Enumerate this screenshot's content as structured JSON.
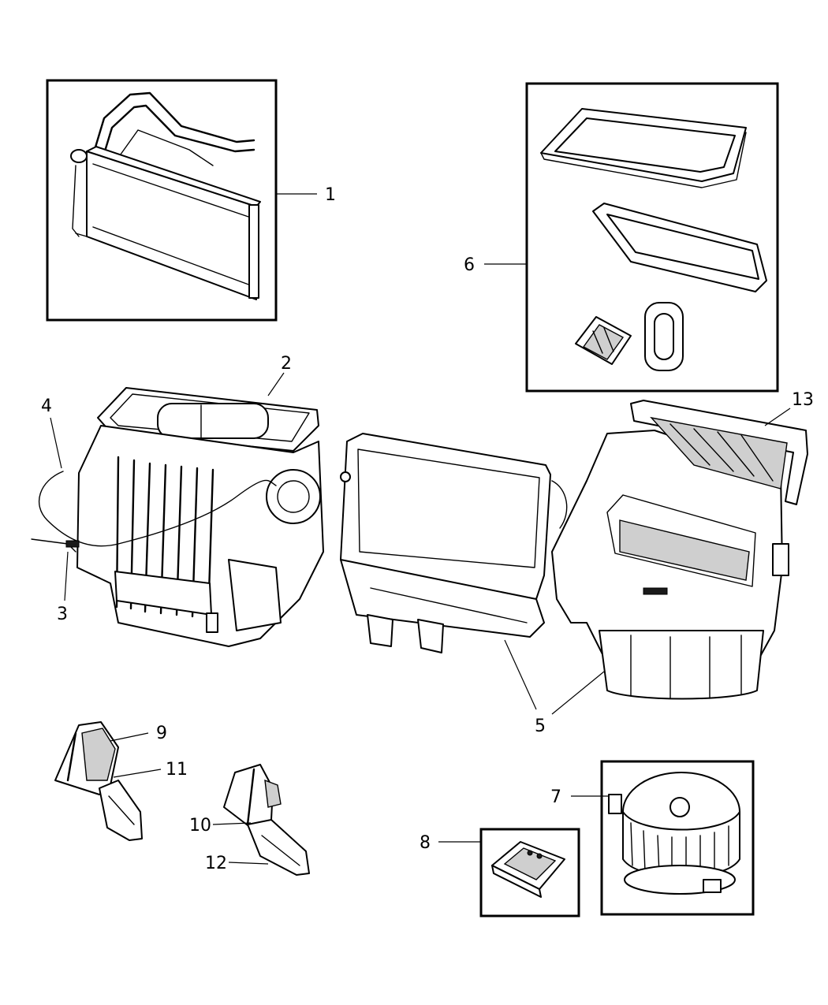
{
  "callouts": {
    "c1": "1",
    "c2": "2",
    "c3": "3",
    "c4": "4",
    "c5a": "5",
    "c6": "6",
    "c7": "7",
    "c8": "8",
    "c9": "9",
    "c10": "10",
    "c11": "11",
    "c12": "12",
    "c13": "13"
  },
  "colors": {
    "line": "#000000",
    "background": "#ffffff"
  }
}
